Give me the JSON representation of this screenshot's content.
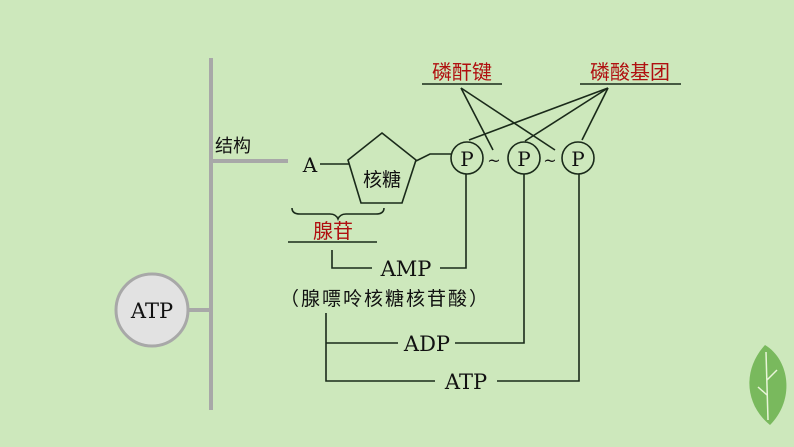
{
  "root": {
    "label": "ATP"
  },
  "branch": {
    "label": "结构"
  },
  "structure": {
    "base": "A",
    "sugar": "核糖",
    "phosphate": "P",
    "bond": "~",
    "nucleoside": "腺苷",
    "anhydride_bond": "磷酐键",
    "phosphate_group": "磷酸基团"
  },
  "products": {
    "amp": "AMP",
    "amp_name": "（腺嘌呤核糖核苷酸）",
    "adp": "ADP",
    "atp": "ATP"
  },
  "colors": {
    "background": "#cde8bc",
    "highlight": "#b01010",
    "line": "#1a2a1a"
  }
}
